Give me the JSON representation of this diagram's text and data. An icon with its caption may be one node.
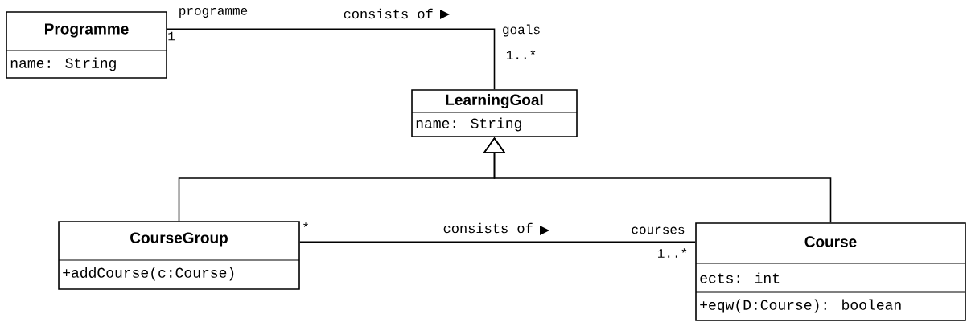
{
  "diagram": {
    "nodes": [
      {
        "text": [
          "Programme",
          "name: String"
        ]
      },
      {
        "text": [
          "LearningGoal",
          "name: String"
        ]
      },
      {
        "text": [
          "CourseGroup",
          "+addCourse(c:Course)"
        ]
      },
      {
        "text": [
          "Course",
          "ects: int",
          "+eqw(D:Course): boolean"
        ]
      }
    ],
    "edges": [
      {
        "from": 0,
        "to": 1,
        "arrow": "none",
        "label": "consists of"
      },
      {
        "from": 2,
        "to": 1,
        "arrow": "to"
      },
      {
        "from": 3,
        "to": 1,
        "arrow": "to"
      },
      {
        "from": 2,
        "to": 3,
        "arrow": "none",
        "label": "consists of"
      }
    ],
    "labels": [
      "programme",
      "1",
      "goals",
      "1..*",
      "*",
      "courses",
      "1..*"
    ]
  }
}
